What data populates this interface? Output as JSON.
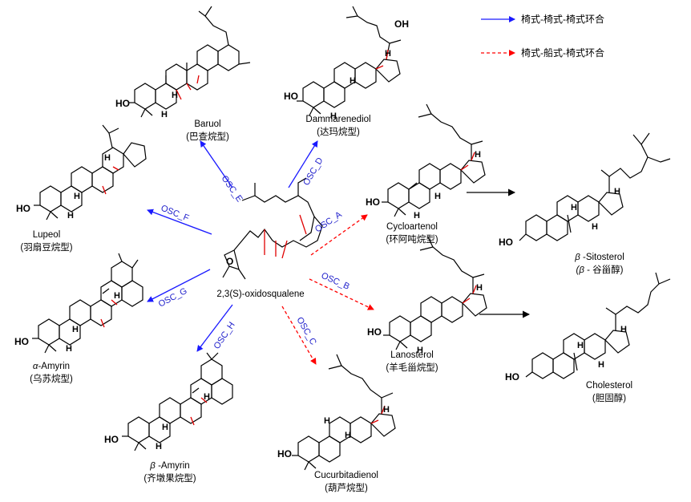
{
  "legend": {
    "chair_label": "椅式-椅式-椅式环合",
    "chair_color": "#1a1aff",
    "boat_label": "椅式-船式-椅式环合",
    "boat_color": "#ff0000"
  },
  "center": {
    "name": "2,3(S)-oxidosqualene"
  },
  "enzymes": {
    "a": "OSC_A",
    "b": "OSC_B",
    "c": "OSC_C",
    "d": "OSC_D",
    "e": "OSC_E",
    "f": "OSC_F",
    "g": "OSC_G",
    "h": "OSC_H"
  },
  "compounds": {
    "baruol": {
      "name": "Baruol",
      "type": "(巴查烷型)"
    },
    "dammarenediol": {
      "name": "Dammarenediol",
      "type": "(达玛烷型)"
    },
    "lupeol": {
      "name": "Lupeol",
      "type": "(羽扇豆烷型)"
    },
    "alpha_amyrin": {
      "prefix": "α",
      "name": "-Amyrin",
      "type": "(乌苏烷型)"
    },
    "beta_amyrin": {
      "prefix": "β",
      "name": " -Amyrin",
      "type": "(齐墩果烷型)"
    },
    "cucurbitadienol": {
      "name": "Cucurbitadienol",
      "type": "(葫芦烷型)"
    },
    "lanosterol": {
      "name": "Lanosterol",
      "type": "(羊毛甾烷型)"
    },
    "cycloartenol": {
      "name": "Cycloartenol",
      "type": "(环阿吨烷型)"
    },
    "sitosterol": {
      "prefix": "β",
      "name": " -Sitosterol",
      "type_prefix": "(β",
      "type_rest": " - 谷甾醇)"
    },
    "cholesterol": {
      "name": "Cholesterol",
      "type": "(胆固醇)"
    }
  },
  "atoms": {
    "hydroxyl": "HO",
    "hydroxyl_right": "OH",
    "oxygen": "O",
    "hydrogen": "H"
  }
}
